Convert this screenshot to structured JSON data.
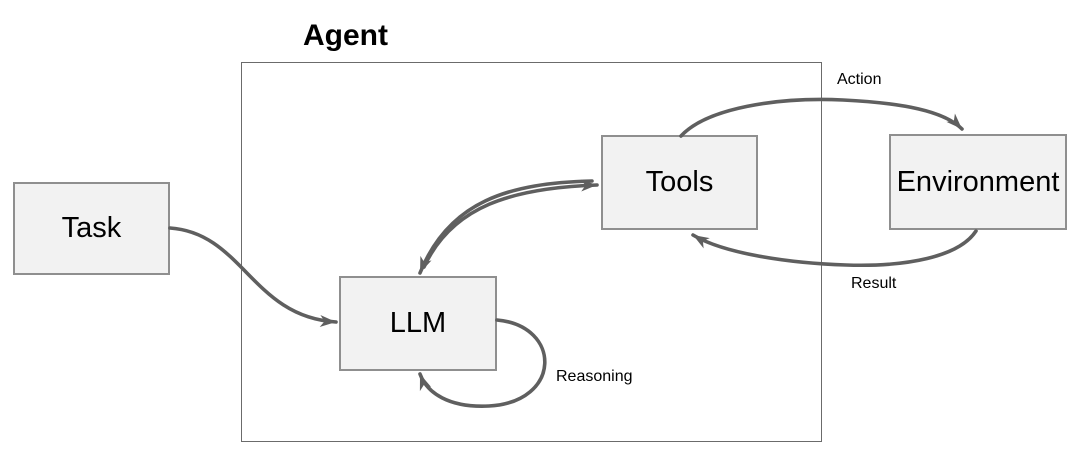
{
  "diagram": {
    "container_label": "Agent",
    "nodes": [
      {
        "id": "task",
        "label": "Task"
      },
      {
        "id": "llm",
        "label": "LLM"
      },
      {
        "id": "tools",
        "label": "Tools"
      },
      {
        "id": "environment",
        "label": "Environment"
      }
    ],
    "edges": [
      {
        "id": "task-to-llm",
        "from": "Task",
        "to": "LLM",
        "label": ""
      },
      {
        "id": "llm-to-tools",
        "from": "LLM",
        "to": "Tools",
        "label": ""
      },
      {
        "id": "tools-to-llm",
        "from": "Tools",
        "to": "LLM",
        "label": ""
      },
      {
        "id": "llm-self-loop",
        "from": "LLM",
        "to": "LLM",
        "label": "Reasoning"
      },
      {
        "id": "tools-to-environment",
        "from": "Tools",
        "to": "Environment",
        "label": "Action"
      },
      {
        "id": "environment-to-tools",
        "from": "Environment",
        "to": "Tools",
        "label": "Result"
      }
    ],
    "colors": {
      "background": "#ffffff",
      "node_fill": "#f2f2f2",
      "node_border": "#8f8f8f",
      "container_border": "#6b6b6b",
      "arrow": "#5f5f5f",
      "label_text": "#000000"
    }
  }
}
